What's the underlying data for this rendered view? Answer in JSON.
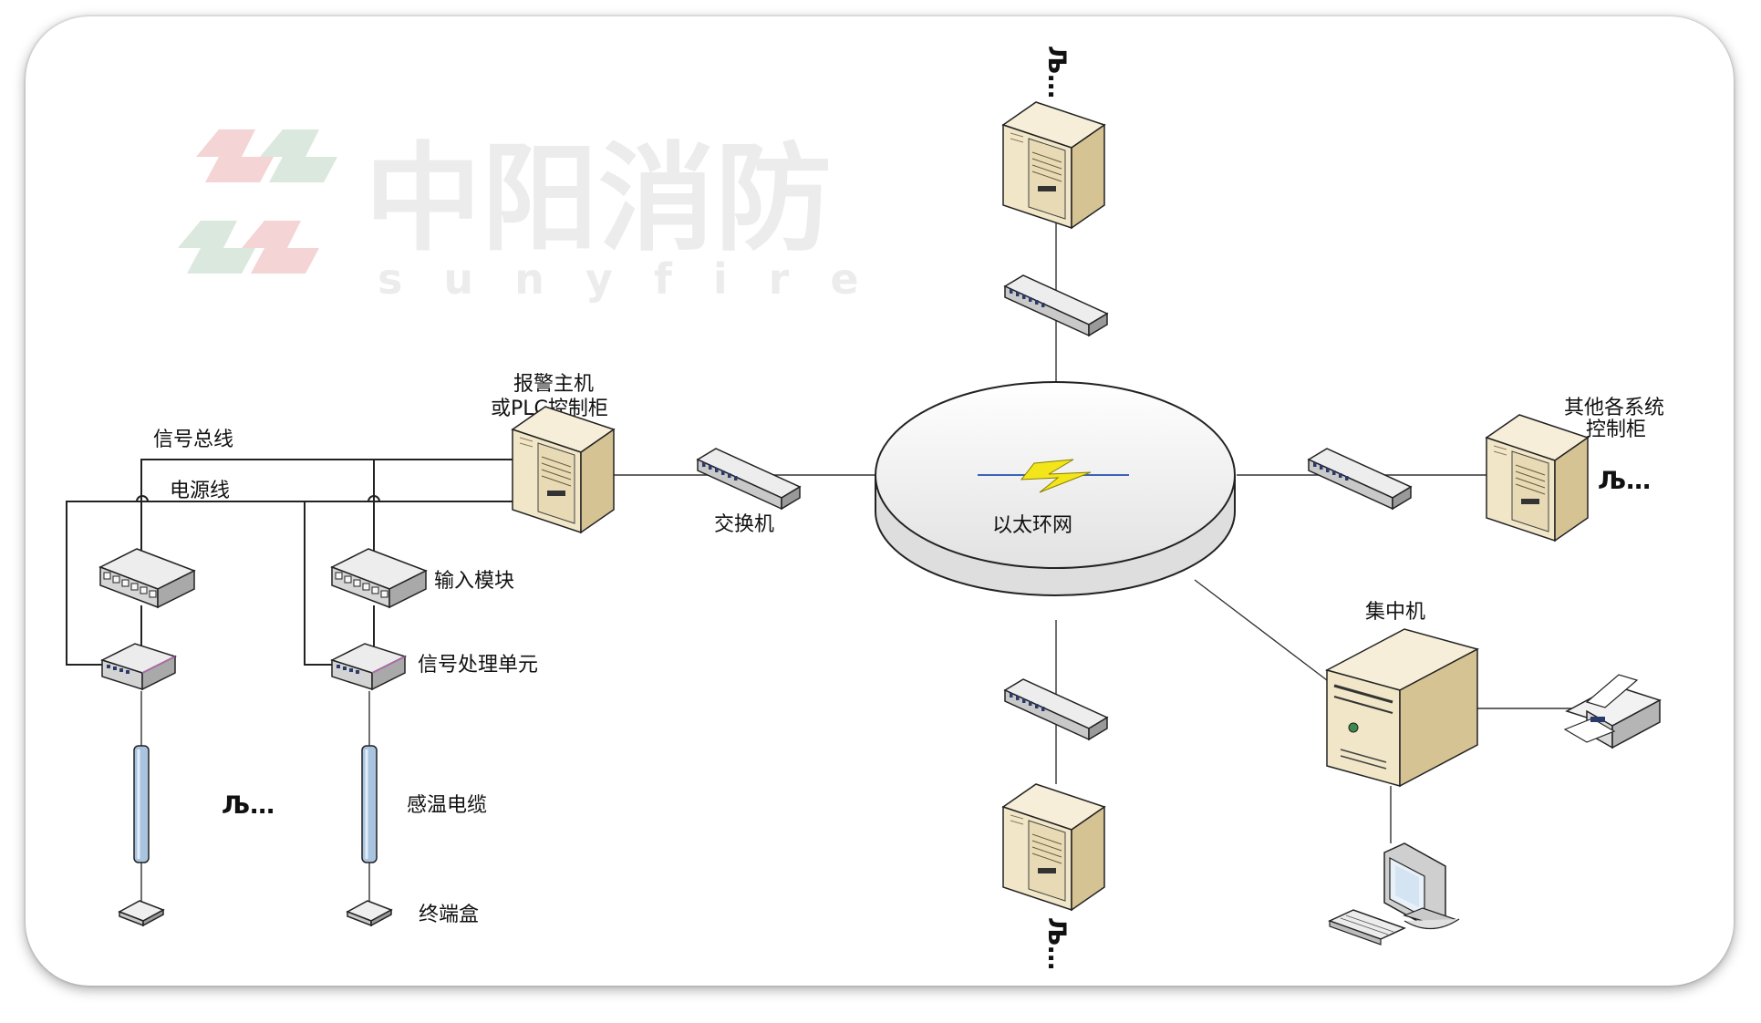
{
  "watermark": {
    "title": "中阳消防",
    "subtitle": "sunyfire",
    "colors": {
      "red": "#f3d0d0",
      "green": "#d7e6da",
      "text": "#ececec"
    }
  },
  "network": {
    "label": "以太环网"
  },
  "nodes": {
    "alarm_host": [
      "报警主机",
      "或PLC控制柜"
    ],
    "switch": "交换机",
    "other_systems": [
      "其他各系统",
      "控制柜"
    ],
    "central": "集中机",
    "input_module": "输入模块",
    "signal_unit": "信号处理单元",
    "cable": "感温电缆",
    "terminal_box": "终端盒"
  },
  "lines": {
    "signal_bus": "信号总线",
    "power_line": "电源线"
  },
  "more_marker": "Љ…",
  "icons": [
    "server-icon",
    "switch-icon",
    "printer-icon",
    "monitor-icon",
    "keyboard-icon",
    "lightning-icon"
  ],
  "colors": {
    "server_front": "#f1e6c8",
    "server_side": "#d6c394",
    "switch_top": "#e7e7e7",
    "cable": "#a9c4df",
    "ring_top": "#f2f2f2"
  }
}
